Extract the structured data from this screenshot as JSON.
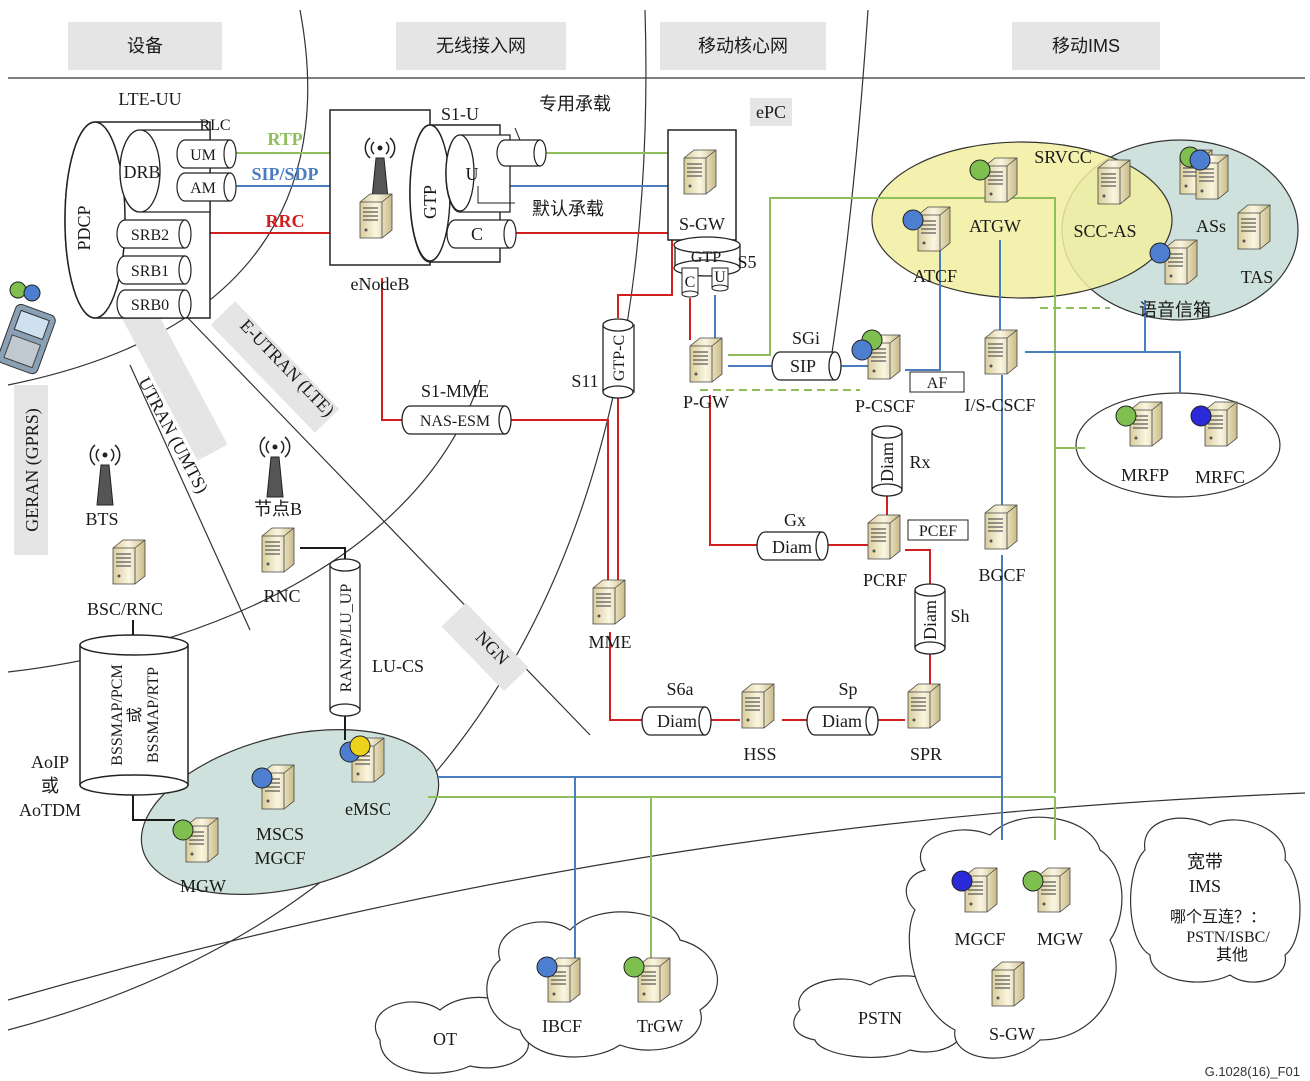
{
  "headers": {
    "devices": "设备",
    "ran": "无线接入网",
    "core": "移动核心网",
    "ims": "移动IMS"
  },
  "ue": {
    "lte_uu": "LTE-UU",
    "pdcp": "PDCP",
    "drb": "DRB",
    "rlc": "RLC",
    "um": "UM",
    "am": "AM",
    "srb2": "SRB2",
    "srb1": "SRB1",
    "srb0": "SRB0"
  },
  "protocols": {
    "rtp": "RTP",
    "sip_sdp": "SIP/SDP",
    "rrc": "RRC"
  },
  "enodeb": {
    "name": "eNodeB",
    "gtp": "GTP",
    "s1u": "S1-U",
    "u": "U",
    "c": "C",
    "dedicated_bearer": "专用承载",
    "default_bearer": "默认承载"
  },
  "epc": {
    "epc": "ePC",
    "sgw": "S-GW",
    "gtp": "GTP",
    "c": "C",
    "u": "U",
    "s5": "S5",
    "pgw": "P-GW",
    "sgi": "SGi",
    "sip": "SIP",
    "s11": "S11",
    "gtp_c": "GTP-C",
    "s1_mme": "S1-MME",
    "nas_esm": "NAS-ESM",
    "mme": "MME",
    "gx": "Gx",
    "diam": "Diam",
    "pcrf": "PCRF",
    "pcef": "PCEF",
    "rx": "Rx",
    "sh": "Sh",
    "s6a": "S6a",
    "sp": "Sp",
    "hss": "HSS",
    "spr": "SPR"
  },
  "ims": {
    "srvcc": "SRVCC",
    "atgw": "ATGW",
    "atcf": "ATCF",
    "scc_as": "SCC-AS",
    "ass": "ASs",
    "tas": "TAS",
    "voicemail": "语音信箱",
    "pcscf": "P-CSCF",
    "af": "AF",
    "iscscf": "I/S-CSCF",
    "bgcf": "BGCF",
    "mrfp": "MRFP",
    "mrfc": "MRFC"
  },
  "sections": {
    "geran": "GERAN (GPRS)",
    "utran": "UTRAN (UMTS)",
    "eutran": "E-UTRAN (LTE)",
    "ngn": "NGN"
  },
  "legacy": {
    "bts": "BTS",
    "node_b": "节点B",
    "bsc_rnc": "BSC/RNC",
    "rnc": "RNC",
    "bssmap_pcm": "BSSMAP/PCM",
    "or": "或",
    "bssmap_rtp": "BSSMAP/RTP",
    "ranap": "RANAP/LU_UP",
    "lu_cs": "LU-CS",
    "aoip": "AoIP",
    "aotdm": "AoTDM",
    "mscs": "MSCS",
    "mgcf": "MGCF",
    "emsc": "eMSC",
    "mgw": "MGW"
  },
  "clouds": {
    "ibcf": "IBCF",
    "trgw": "TrGW",
    "ot": "OT",
    "pstn": "PSTN",
    "mgcf": "MGCF",
    "mgw": "MGW",
    "sgw": "S-GW",
    "broadband": "宽带",
    "ims": "IMS",
    "which": "哪个互连？：",
    "pstn_isbc": "PSTN/ISBC/",
    "other": "其他"
  },
  "caption": "G.1028(16)_F01",
  "colors": {
    "red": "#d22020",
    "blue": "#4a7cc0",
    "green": "#8fbf5a",
    "black": "#1a1a1a",
    "header_bg": "#e5e5e5",
    "yellow": "#f1ef9f",
    "teal": "#cfe1dc"
  }
}
